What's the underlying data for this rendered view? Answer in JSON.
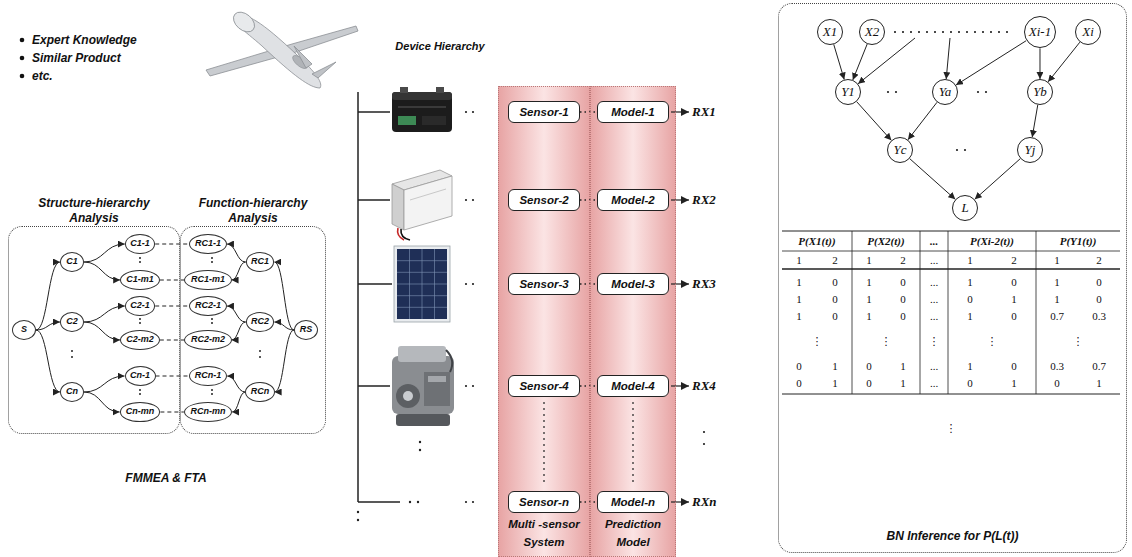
{
  "diagram": {
    "nodes": [
      {
        "text": [
          "Structure-hierarchy Analysis"
        ]
      },
      {
        "text": [
          "S"
        ],
        "in": 0
      },
      {
        "text": [
          "C1"
        ],
        "in": 0
      },
      {
        "text": [
          "C1-1"
        ],
        "in": 0
      },
      {
        "text": [
          "C1-m1"
        ],
        "in": 0
      },
      {
        "text": [
          "C2"
        ],
        "in": 0
      },
      {
        "text": [
          "C2-1"
        ],
        "in": 0
      },
      {
        "text": [
          "C2-m2"
        ],
        "in": 0
      },
      {
        "text": [
          "Cn"
        ],
        "in": 0
      },
      {
        "text": [
          "Cn-1"
        ],
        "in": 0
      },
      {
        "text": [
          "Cn-mn"
        ],
        "in": 0
      },
      {
        "text": [
          "Function-hierarchy Analysis"
        ]
      },
      {
        "text": [
          "RC1-1"
        ],
        "in": 11
      },
      {
        "text": [
          "RC1-m1"
        ],
        "in": 11
      },
      {
        "text": [
          "RC2-1"
        ],
        "in": 11
      },
      {
        "text": [
          "RC2-m2"
        ],
        "in": 11
      },
      {
        "text": [
          "RCn-1"
        ],
        "in": 11
      },
      {
        "text": [
          "RCn-mn"
        ],
        "in": 11
      },
      {
        "text": [
          "RC1"
        ],
        "in": 11
      },
      {
        "text": [
          "RC2"
        ],
        "in": 11
      },
      {
        "text": [
          "RCn"
        ],
        "in": 11
      },
      {
        "text": [
          "RS"
        ],
        "in": 11
      },
      {
        "text": [
          "Multi -sensor System"
        ]
      },
      {
        "text": [
          "Sensor-1"
        ],
        "in": 22
      },
      {
        "text": [
          "Sensor-2"
        ],
        "in": 22
      },
      {
        "text": [
          "Sensor-3"
        ],
        "in": 22
      },
      {
        "text": [
          "Sensor-4"
        ],
        "in": 22
      },
      {
        "text": [
          "Sensor-n"
        ],
        "in": 22
      },
      {
        "text": [
          "Prediction Model"
        ]
      },
      {
        "text": [
          "Model-1"
        ],
        "in": 28
      },
      {
        "text": [
          "Model-2"
        ],
        "in": 28
      },
      {
        "text": [
          "Model-3"
        ],
        "in": 28
      },
      {
        "text": [
          "Model-4"
        ],
        "in": 28
      },
      {
        "text": [
          "Model-n"
        ],
        "in": 28
      },
      {
        "text": [
          "BN Inference for P(L(t))"
        ]
      },
      {
        "text": [
          "X1"
        ],
        "in": 34
      },
      {
        "text": [
          "X2"
        ],
        "in": 34
      },
      {
        "text": [
          "Xi-1"
        ],
        "in": 34
      },
      {
        "text": [
          "Xi"
        ],
        "in": 34
      },
      {
        "text": [
          "Y1"
        ],
        "in": 34
      },
      {
        "text": [
          "Ya"
        ],
        "in": 34
      },
      {
        "text": [
          "Yb"
        ],
        "in": 34
      },
      {
        "text": [
          "Yc"
        ],
        "in": 34
      },
      {
        "text": [
          "Yj"
        ],
        "in": 34
      },
      {
        "text": [
          "L"
        ],
        "in": 34
      }
    ],
    "edges": [
      {
        "from": 1,
        "to": 2,
        "arrow": "to"
      },
      {
        "from": 1,
        "to": 5,
        "arrow": "to"
      },
      {
        "from": 1,
        "to": 8,
        "arrow": "to"
      },
      {
        "from": 2,
        "to": 3,
        "arrow": "to"
      },
      {
        "from": 2,
        "to": 4,
        "arrow": "to"
      },
      {
        "from": 5,
        "to": 6,
        "arrow": "to"
      },
      {
        "from": 5,
        "to": 7,
        "arrow": "to"
      },
      {
        "from": 8,
        "to": 9,
        "arrow": "to"
      },
      {
        "from": 8,
        "to": 10,
        "arrow": "to"
      },
      {
        "from": 3,
        "to": 12,
        "arrow": "none"
      },
      {
        "from": 4,
        "to": 13,
        "arrow": "none"
      },
      {
        "from": 6,
        "to": 14,
        "arrow": "none"
      },
      {
        "from": 7,
        "to": 15,
        "arrow": "none"
      },
      {
        "from": 9,
        "to": 16,
        "arrow": "none"
      },
      {
        "from": 10,
        "to": 17,
        "arrow": "none"
      },
      {
        "from": 21,
        "to": 18,
        "arrow": "to"
      },
      {
        "from": 21,
        "to": 19,
        "arrow": "to"
      },
      {
        "from": 21,
        "to": 20,
        "arrow": "to"
      },
      {
        "from": 18,
        "to": 12,
        "arrow": "to"
      },
      {
        "from": 18,
        "to": 13,
        "arrow": "to"
      },
      {
        "from": 19,
        "to": 14,
        "arrow": "to"
      },
      {
        "from": 19,
        "to": 15,
        "arrow": "to"
      },
      {
        "from": 20,
        "to": 16,
        "arrow": "to"
      },
      {
        "from": 20,
        "to": 17,
        "arrow": "to"
      },
      {
        "from": 23,
        "to": 29,
        "arrow": "none"
      },
      {
        "from": 24,
        "to": 30,
        "arrow": "none"
      },
      {
        "from": 25,
        "to": 31,
        "arrow": "none"
      },
      {
        "from": 26,
        "to": 32,
        "arrow": "none"
      },
      {
        "from": 27,
        "to": 33,
        "arrow": "none"
      },
      {
        "from": 35,
        "to": 39,
        "arrow": "to"
      },
      {
        "from": 36,
        "to": 39,
        "arrow": "to"
      },
      {
        "from": 37,
        "to": 40,
        "arrow": "to"
      },
      {
        "from": 37,
        "to": 41,
        "arrow": "to"
      },
      {
        "from": 38,
        "to": 41,
        "arrow": "to"
      },
      {
        "from": 39,
        "to": 42,
        "arrow": "to"
      },
      {
        "from": 40,
        "to": 42,
        "arrow": "to"
      },
      {
        "from": 41,
        "to": 43,
        "arrow": "to"
      },
      {
        "from": 42,
        "to": 44,
        "arrow": "to"
      },
      {
        "from": 43,
        "to": 44,
        "arrow": "to"
      }
    ],
    "labels": [
      "Expert Knowledge",
      "Similar Product",
      "etc.",
      "Device Hierarchy",
      "RX1",
      "RX2",
      "RX3",
      "RX4",
      "RXn",
      "FMMEA & FTA",
      "P(X1(t))",
      "P(X2(t))",
      "...",
      "P(Xi-2(t))",
      "P(Y1(t))",
      "1",
      "2",
      "1",
      "2",
      "...",
      "1",
      "2",
      "1",
      "2",
      "1",
      "0",
      "1",
      "0",
      "...",
      "1",
      "0",
      "1",
      "0",
      "1",
      "0",
      "1",
      "0",
      "...",
      "0",
      "1",
      "1",
      "0",
      "1",
      "0",
      "1",
      "0",
      "...",
      "1",
      "0",
      "0.7",
      "0.3",
      "⋮",
      "⋮",
      "⋮",
      "⋮",
      "⋮",
      "0",
      "1",
      "0",
      "1",
      "...",
      "1",
      "0",
      "0.3",
      "0.7",
      "0",
      "1",
      "0",
      "1",
      "...",
      "0",
      "1",
      "0",
      "1",
      "⋮"
    ]
  }
}
